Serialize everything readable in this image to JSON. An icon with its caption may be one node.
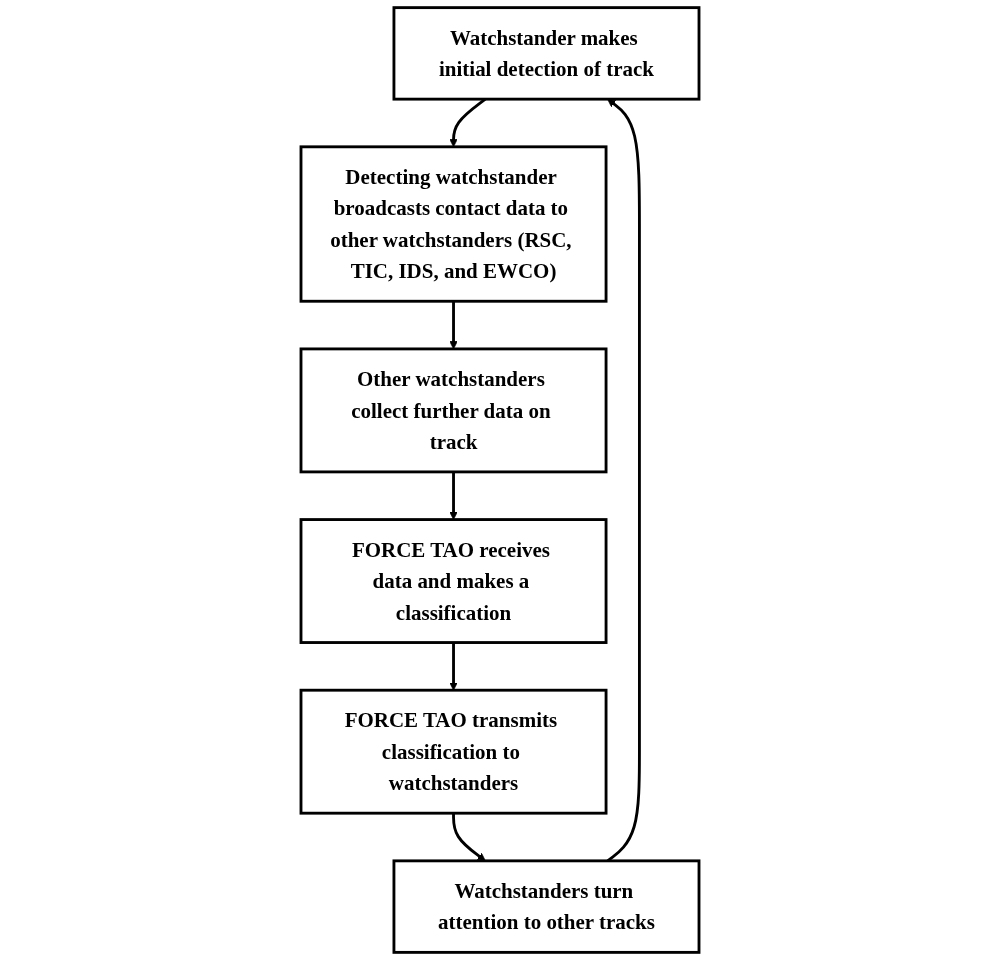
{
  "diagram": {
    "nodes": [
      {
        "text": [
          "Watchstander makes initial detection of track"
        ]
      },
      {
        "text": [
          "Watchstanders turn attention to other tracks"
        ]
      },
      {
        "text": [
          "Detecting watchstander broadcasts contact data to other watchstanders (RSC, TIC, IDS, and EWCO)"
        ]
      },
      {
        "text": [
          "FORCE TAO transmits classification to watchstanders"
        ]
      },
      {
        "text": [
          "Other watchstanders collect further data on track"
        ]
      },
      {
        "text": [
          "FORCE TAO receives data and makes a classification"
        ]
      }
    ],
    "edges": [
      {
        "from": 0,
        "to": 2,
        "arrow": "to"
      },
      {
        "from": 2,
        "to": 4,
        "arrow": "to"
      },
      {
        "from": 4,
        "to": 5,
        "arrow": "to"
      },
      {
        "from": 5,
        "to": 3,
        "arrow": "to"
      },
      {
        "from": 3,
        "to": 1,
        "arrow": "to"
      },
      {
        "from": 1,
        "to": 0,
        "arrow": "to"
      }
    ]
  }
}
